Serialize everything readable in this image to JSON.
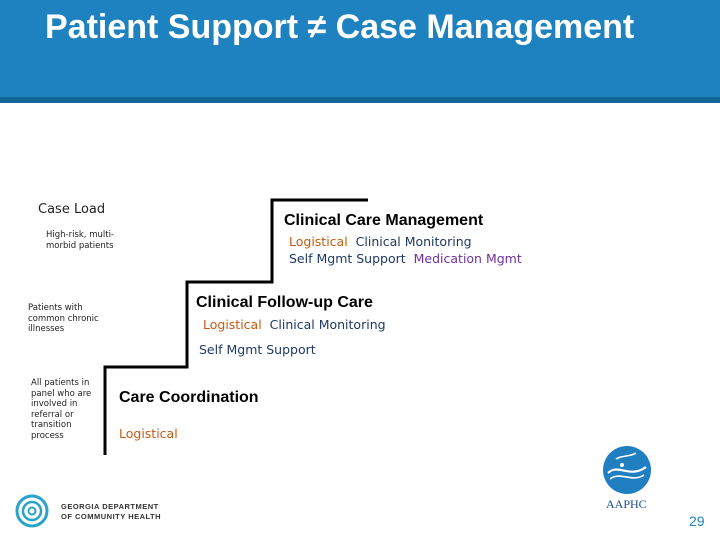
{
  "slide": {
    "title": "Patient Support ≠ Case Management",
    "case_load_label": "Case Load",
    "tiers": [
      {
        "population": "High-risk, multi-morbid patients",
        "heading": "Clinical Care Management",
        "line1": [
          "Logistical",
          "Clinical Monitoring"
        ],
        "line2": [
          "Self Mgmt Support",
          "Medication Mgmt"
        ]
      },
      {
        "population": "Patients with common chronic illnesses",
        "heading": "Clinical Follow-up Care",
        "line1": [
          "Logistical",
          "Clinical Monitoring"
        ],
        "line2": [
          "Self Mgmt Support"
        ]
      },
      {
        "population": "All patients in panel who are involved in referral or transition process",
        "heading": "Care Coordination",
        "line1": [
          "Logistical"
        ]
      }
    ],
    "logos": {
      "gdch_line1": "GEORGIA DEPARTMENT",
      "gdch_line2": "OF COMMUNITY HEALTH",
      "aaphc": "AAPHC"
    },
    "page_number": "29"
  },
  "colors": {
    "title_bar": "#1f82c0",
    "logistical": "#c55a11",
    "clinical_monitoring": "#1f3864",
    "medication": "#7030a0"
  },
  "icons": [
    "gdch-logo-icon",
    "aaphc-logo-icon"
  ]
}
